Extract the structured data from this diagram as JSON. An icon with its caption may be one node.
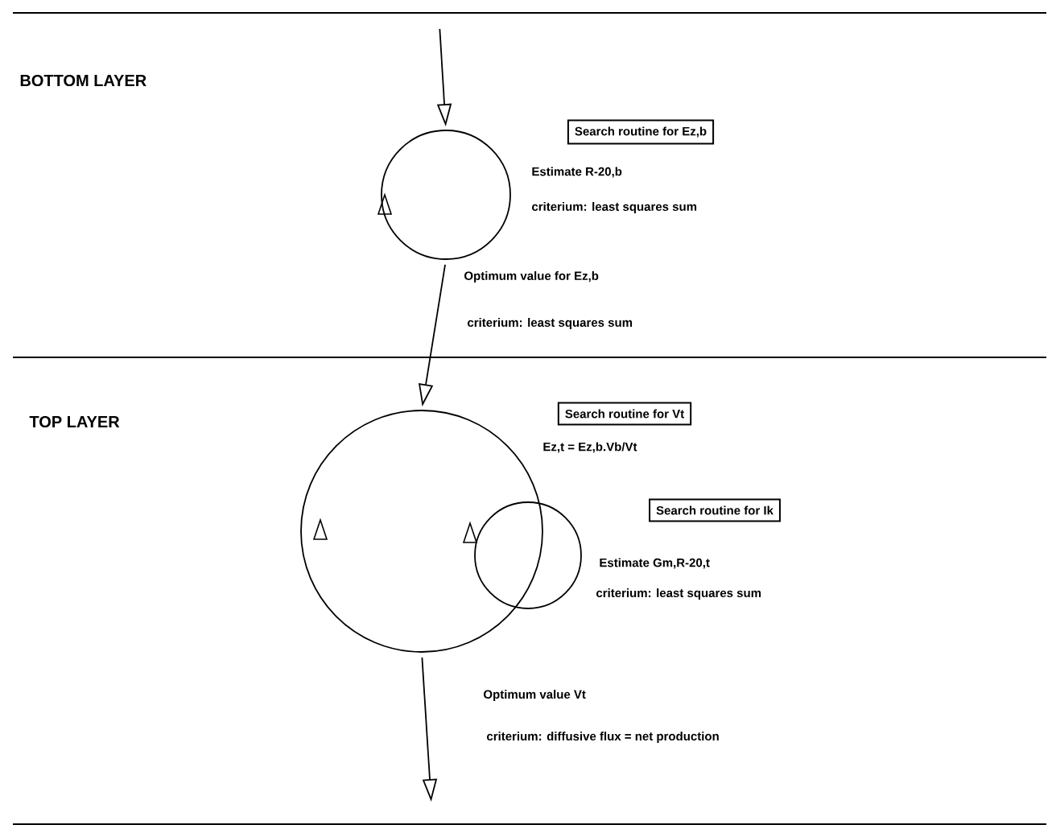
{
  "diagram": {
    "nodes": [
      {
        "text": [
          "Search routine for Ez,b"
        ]
      },
      {
        "text": [],
        "shape": "circle"
      },
      {
        "text": [
          "Search routine for Vt"
        ]
      },
      {
        "text": [],
        "shape": "circle"
      },
      {
        "text": [
          "Search routine for Ik"
        ]
      },
      {
        "text": [],
        "shape": "circle"
      }
    ],
    "edges": [
      {
        "from": null,
        "to": 1,
        "arrow": "to"
      },
      {
        "from": 1,
        "to": 3,
        "arrow": "to"
      },
      {
        "from": 3,
        "to": null,
        "arrow": "to"
      }
    ],
    "labels": [
      "BOTTOM LAYER",
      "Estimate R-20,b",
      "criterium: least squares sum",
      "Optimum value for Ez,b",
      "criterium: least squares sum",
      "TOP LAYER",
      "Ez,t = Ez,b.Vb/Vt",
      "Estimate Gm,R-20,t",
      "criterium: least squares sum",
      "Optimum value Vt",
      "criterium: diffusive flux = net production"
    ]
  }
}
